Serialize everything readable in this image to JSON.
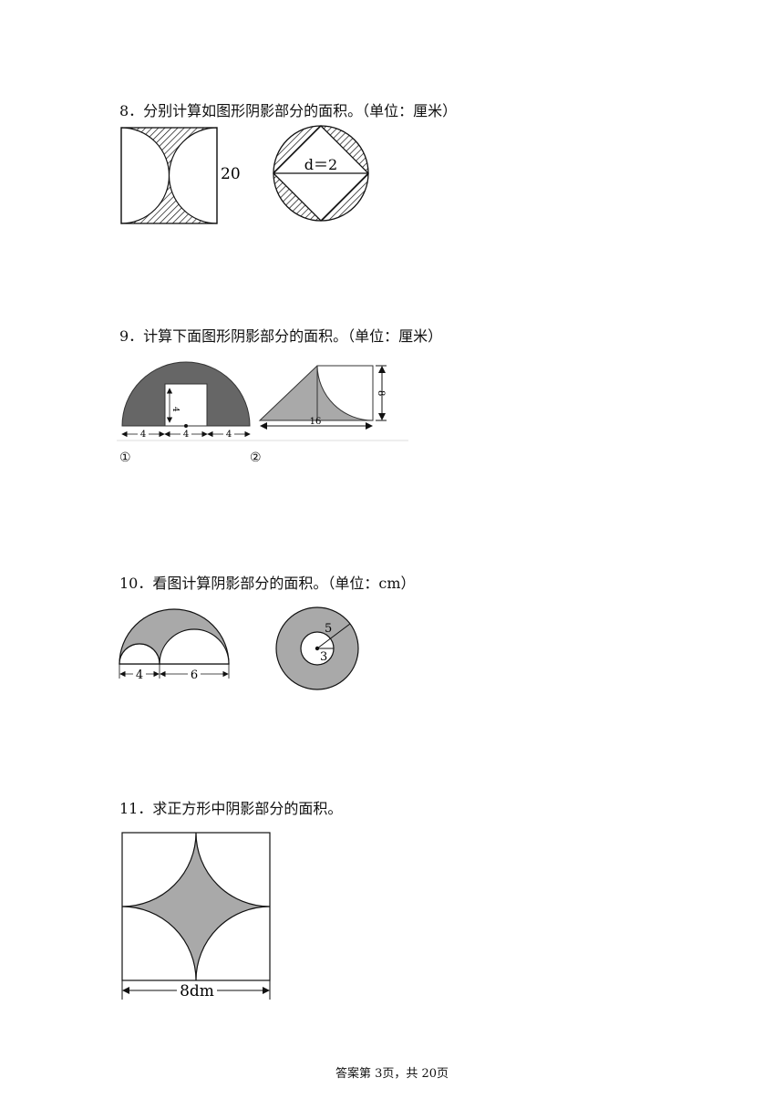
{
  "q8": {
    "text": "8．分别计算如图形阴影部分的面积。（单位：厘米）",
    "fig1_label": "20",
    "fig2_label": "d＝2"
  },
  "q9": {
    "text": "9．计算下面图形阴影部分的面积。（单位：厘米）",
    "fig1_height": "4",
    "fig1_dims": [
      "4",
      "4",
      "4"
    ],
    "fig2_height": "8",
    "fig2_width": "16",
    "mark1": "①",
    "mark2": "②"
  },
  "q10": {
    "text": "10．看图计算阴影部分的面积。（单位：cm）",
    "fig1_dims": [
      "4",
      "6"
    ],
    "fig2_outer": "5",
    "fig2_inner": "3"
  },
  "q11": {
    "text": "11．求正方形中阴影部分的面积。",
    "side": "8dm"
  },
  "footer": "答案第 3页，共 20页",
  "colors": {
    "shade": "#a9a9a9",
    "line": "#111111"
  }
}
